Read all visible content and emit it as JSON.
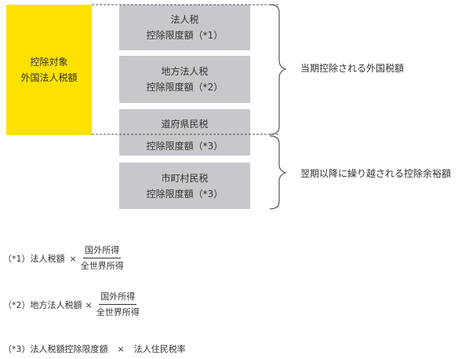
{
  "target_box": {
    "line1": "控除対象",
    "line2": "外国法人税額"
  },
  "boxes": [
    {
      "line1": "法人税",
      "line2": "控除限度額（*1）"
    },
    {
      "line1": "地方法人税",
      "line2": "控除限度額（*2）"
    },
    {
      "line1": "道府県民税",
      "line2": "控除限度額（*3）"
    },
    {
      "line1": "市町村民税",
      "line2": "控除限度額（*3）"
    }
  ],
  "brackets": [
    {
      "label": "当期控除される外国税額"
    },
    {
      "label": "翌期以降に繰り越される控除余裕額"
    }
  ],
  "footnotes": {
    "f1": {
      "prefix": "（*1）法人税額",
      "op": "×",
      "numerator": "国外所得",
      "denominator": "全世界所得"
    },
    "f2": {
      "prefix": "（*2）地方法人税額",
      "op": "×",
      "numerator": "国外所得",
      "denominator": "全世界所得"
    },
    "f3": {
      "prefix": "（*3）法人税額控除限度額",
      "op": "×",
      "suffix": "法人住民税率"
    }
  },
  "colors": {
    "yellow": "#FFE100",
    "gray": "#C8C8CC",
    "line": "#555555"
  }
}
